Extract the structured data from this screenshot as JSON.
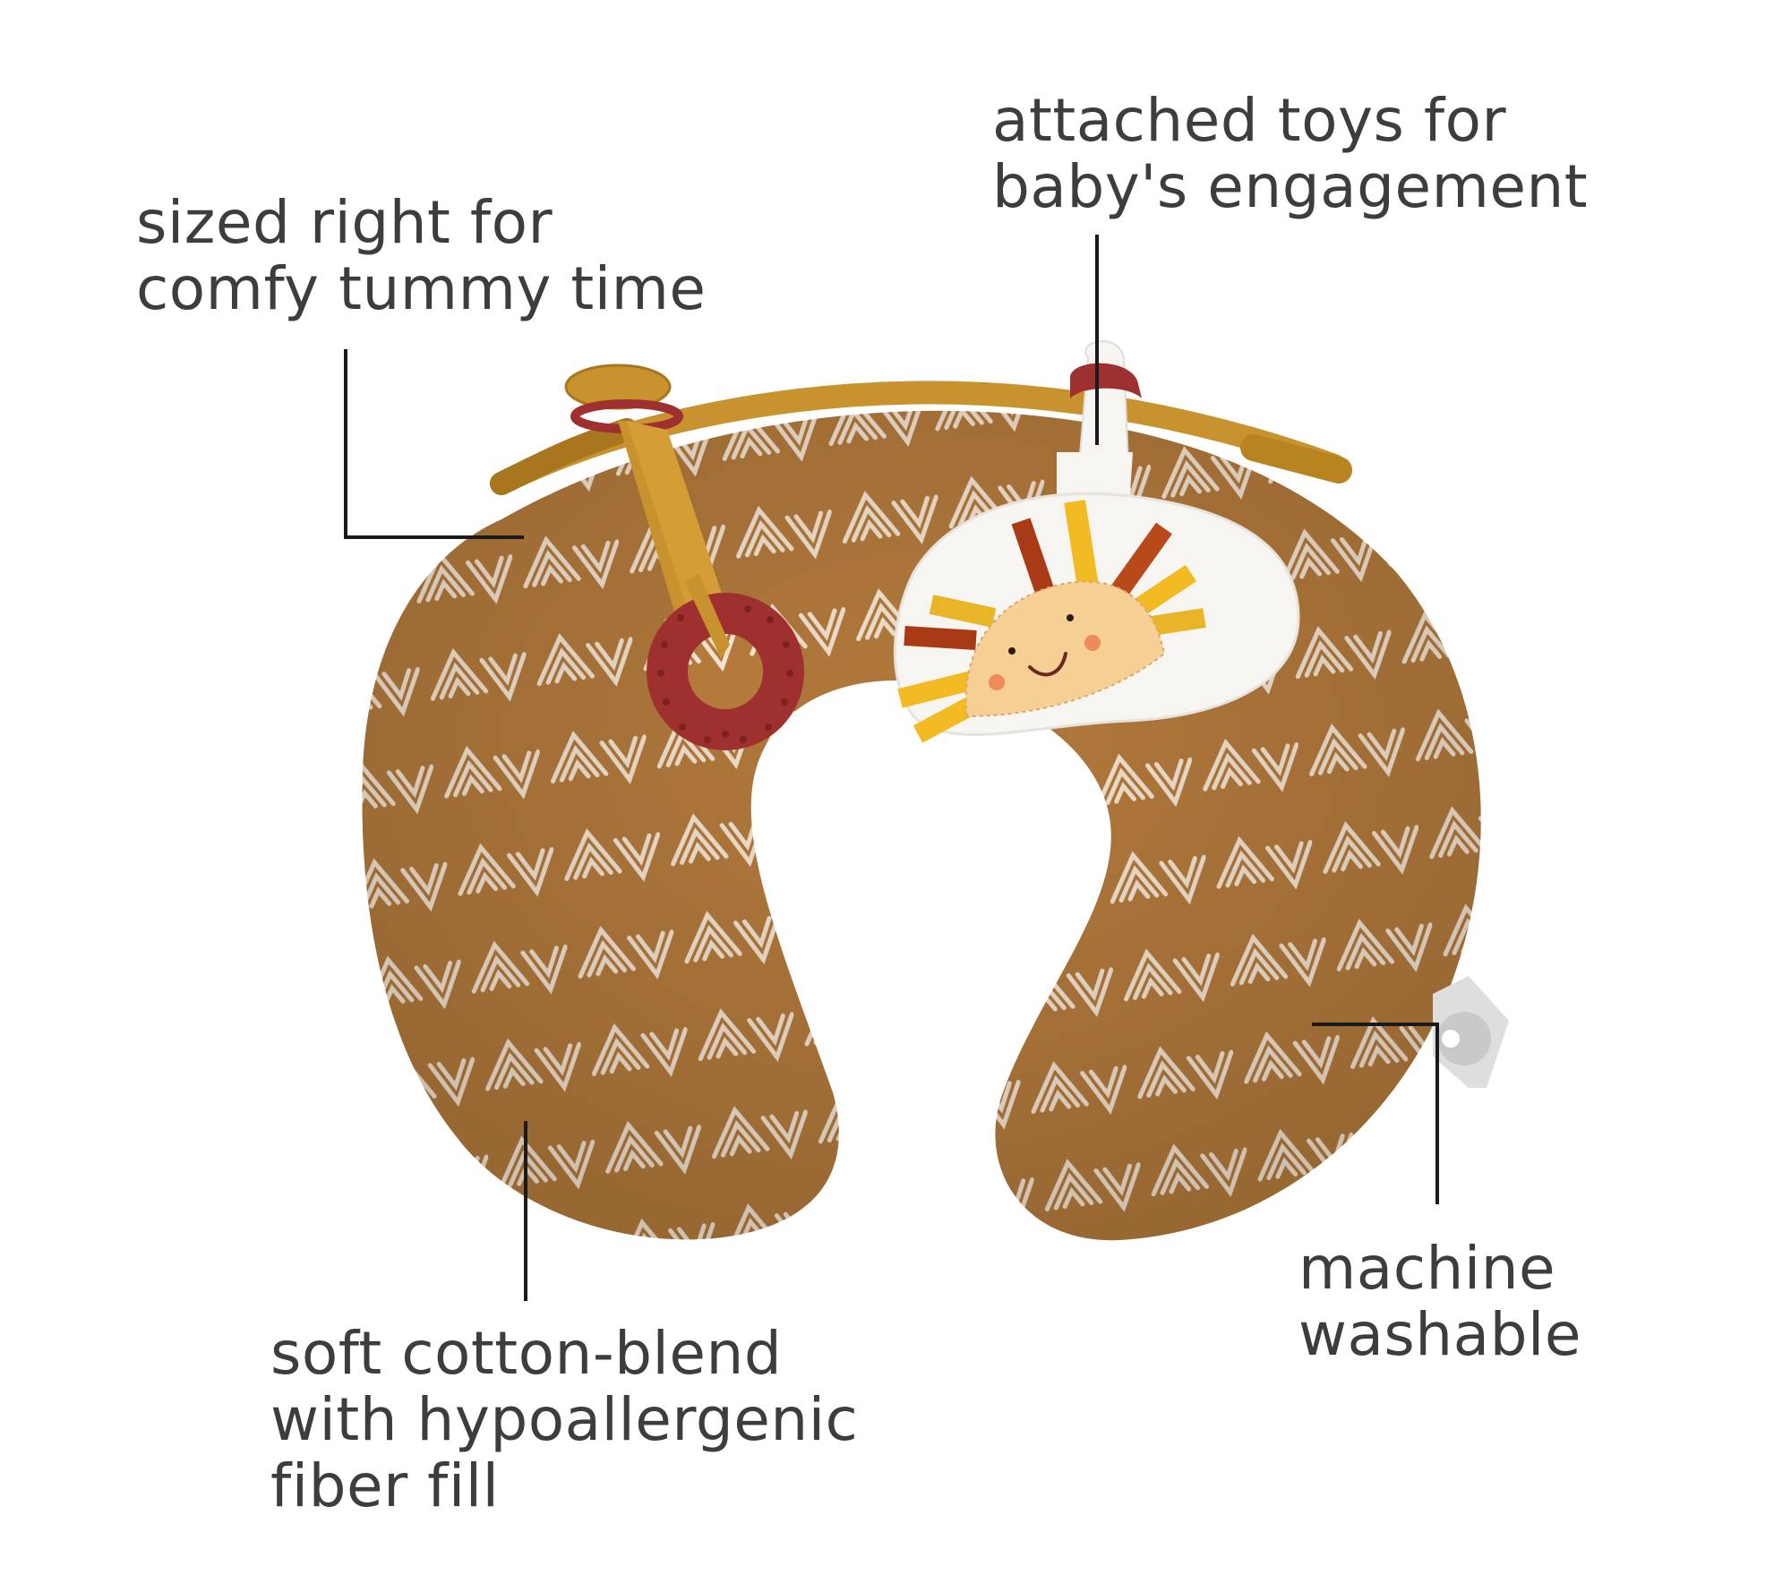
{
  "product": {
    "name": "tummy time pillow with attached toys",
    "colors": {
      "fabric": "#b37a3c",
      "fabric_pattern": "#f3e2cf",
      "piping": "#c8922e",
      "teether": "#9e3030",
      "plush": "#f7f5f2",
      "sun_face": "#f5cf94",
      "ray_yellow": "#f2bb24",
      "ray_rust": "#a83a16",
      "tag": "#dedede",
      "leader_line": "#1a1a1a",
      "text": "#3d3d3d"
    }
  },
  "callouts": [
    {
      "id": "size",
      "lines": [
        "sized right for",
        "comfy tummy time"
      ]
    },
    {
      "id": "toys",
      "lines": [
        "attached toys for",
        "baby's engagement"
      ]
    },
    {
      "id": "fabric",
      "lines": [
        "soft cotton-blend",
        "with hypoallergenic",
        "fiber fill"
      ]
    },
    {
      "id": "wash",
      "lines": [
        "machine",
        "washable"
      ]
    }
  ],
  "icons": {
    "teether": "teether-ring-icon",
    "sun_toy": "sun-plush-toy-icon",
    "tag": "care-tag-icon"
  }
}
